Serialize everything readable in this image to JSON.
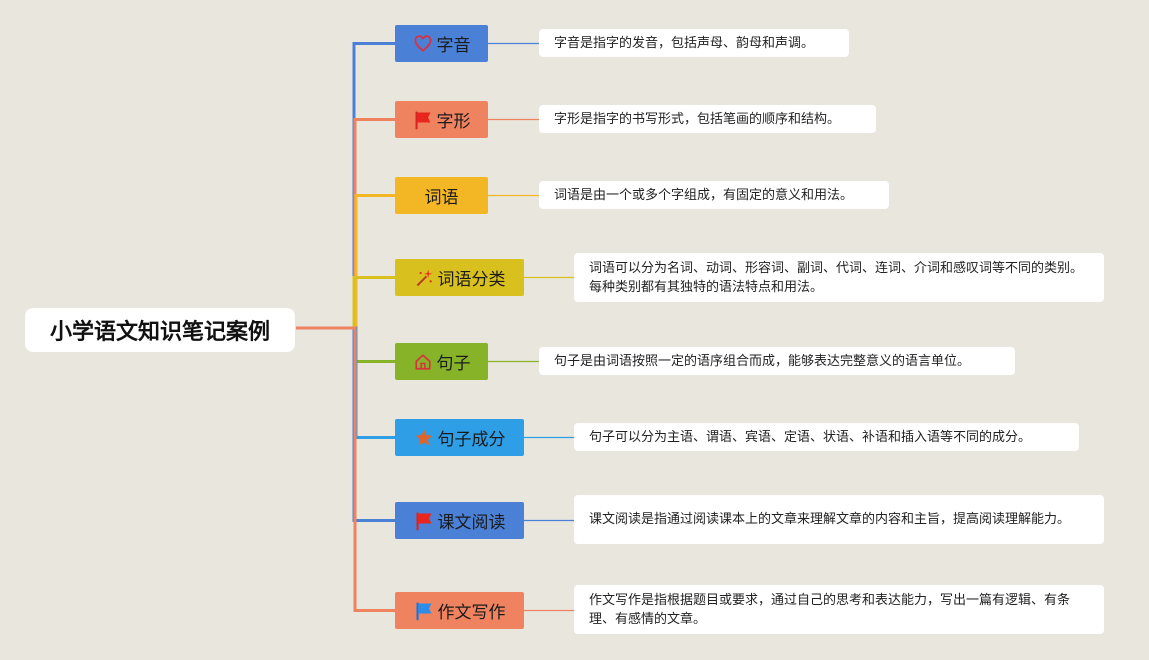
{
  "root": {
    "title": "小学语文知识笔记案例"
  },
  "branches": [
    {
      "label": "字音",
      "icon": "heart-icon",
      "color": "#4a80d6",
      "desc": "字音是指字的发音，包括声母、韵母和声调。"
    },
    {
      "label": "字形",
      "icon": "red-flag-icon",
      "color": "#f0835f",
      "desc": "字形是指字的书写形式，包括笔画的顺序和结构。"
    },
    {
      "label": "词语",
      "icon": "",
      "color": "#f3b624",
      "desc": "词语是由一个或多个字组成，有固定的意义和用法。"
    },
    {
      "label": "词语分类",
      "icon": "magic-wand-icon",
      "color": "#d8c11e",
      "desc": "词语可以分为名词、动词、形容词、副词、代词、连词、介词和感叹词等不同的类别。每种类别都有其独特的语法特点和用法。"
    },
    {
      "label": "句子",
      "icon": "home-icon",
      "color": "#86b328",
      "desc": "句子是由词语按照一定的语序组合而成，能够表达完整意义的语言单位。"
    },
    {
      "label": "句子成分",
      "icon": "star-icon",
      "color": "#2e9fe6",
      "desc": "句子可以分为主语、谓语、宾语、定语、状语、补语和插入语等不同的成分。"
    },
    {
      "label": "课文阅读",
      "icon": "red-flag-icon",
      "color": "#4a80d6",
      "desc": "课文阅读是指通过阅读课本上的文章来理解文章的内容和主旨，提高阅读理解能力。"
    },
    {
      "label": "作文写作",
      "icon": "blue-flag-icon",
      "color": "#f0835f",
      "desc": "作文写作是指根据题目或要求，通过自己的思考和表达能力，写出一篇有逻辑、有条理、有感情的文章。"
    }
  ]
}
